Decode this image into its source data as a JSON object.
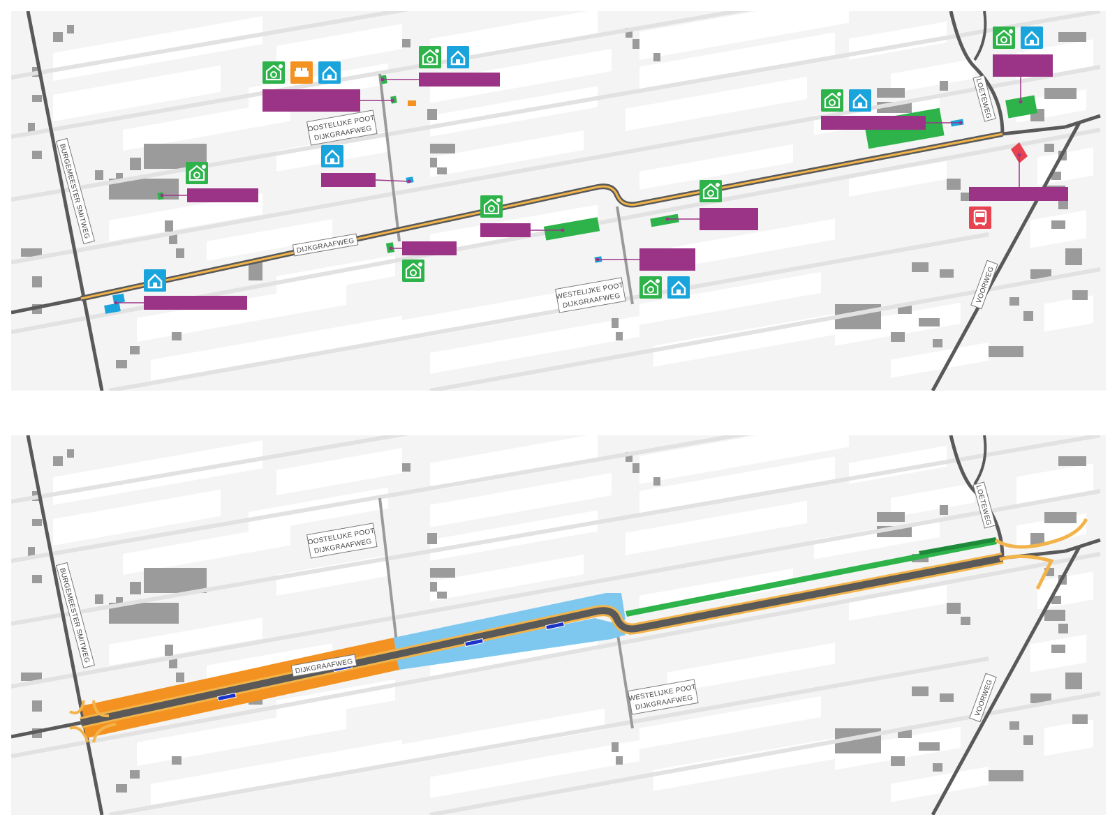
{
  "maps": [
    {
      "id": "top",
      "roads": {
        "main": "DIJKGRAAFWEG",
        "west_main": "BURGEMEESTER SMITWEG",
        "east_oblique": "VOORWEG",
        "north_east": "LOETEWEG",
        "side_east_line1": "OOSTELIJKE POOT",
        "side_east_line2": "DIJKGRAAFWEG",
        "side_west_line1": "WESTELIJKE POOT",
        "side_west_line2": "DIJKGRAAFWEG"
      }
    },
    {
      "id": "bottom",
      "roads": {
        "main": "DIJKGRAAFWEG",
        "west_main": "BURGEMEESTER SMITWEG",
        "east_oblique": "VOORWEG",
        "north_east": "LOETEWEG",
        "side_east_line1": "OOSTELIJKE POOT",
        "side_east_line2": "DIJKGRAAFWEG",
        "side_west_line1": "WESTELIJKE POOT",
        "side_west_line2": "DIJKGRAAFWEG"
      }
    }
  ],
  "icons": {
    "greenhouse": "greenhouse-icon",
    "house": "house-icon",
    "bed": "bed-icon",
    "bus": "bus-icon"
  },
  "colors": {
    "map_bg": "#f4f4f4",
    "parcel": "#ffffff",
    "building": "#9b9b9b",
    "road_dark": "#595959",
    "road_main": "#f2b44a",
    "road_light": "#c9c9c9",
    "label_bar": "#9b3487",
    "greenhouse_green": "#2db34a",
    "house_blue": "#1aa4dc",
    "bed_orange": "#f39221",
    "bus_red": "#e6424f",
    "zone_orange": "#f39221",
    "zone_lightblue": "#7ec8f0",
    "zone_green": "#2db34a",
    "zone_darkgreen": "#1d8a3a",
    "bus_stop_blue": "#1a33c8"
  }
}
